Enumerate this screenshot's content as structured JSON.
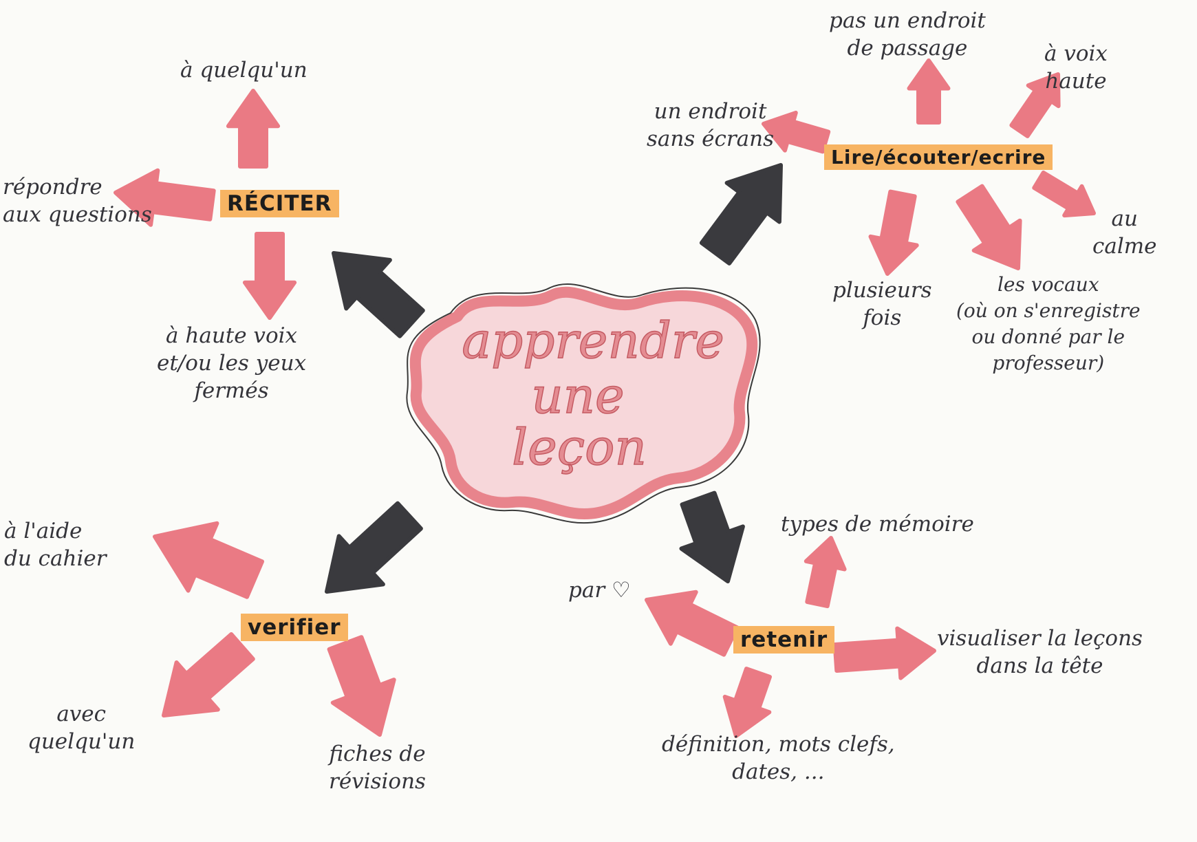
{
  "diagram": {
    "center": {
      "lines": [
        "apprendre",
        "une",
        "leçon"
      ]
    },
    "branches": [
      {
        "id": "reciter",
        "label": "RÉCITER",
        "notes": {
          "top": "à quelqu'un",
          "left": "répondre\naux questions",
          "bottom": "à haute voix\net/ou les yeux\nfermés"
        }
      },
      {
        "id": "lire",
        "label": "Lire/écouter/ecrire",
        "notes": {
          "top_left": "un endroit\nsans écrans",
          "top": "pas un endroit\nde passage",
          "top_right": "à voix\nhaute",
          "right": "au\ncalme",
          "bottom_left": "plusieurs\nfois",
          "bottom_right": "les vocaux\n(où on s'enregistre\nou donné par le\nprofesseur)"
        }
      },
      {
        "id": "verifier",
        "label": "verifier",
        "notes": {
          "top_left": "à l'aide\ndu cahier",
          "bottom_left": "avec\nquelqu'un",
          "bottom_right": "fiches de\nrévisions"
        }
      },
      {
        "id": "retenir",
        "label": "retenir",
        "notes": {
          "top": "types de mémoire",
          "left": "par ♡",
          "right": "visualiser la leçons\ndans la tête",
          "bottom": "définition, mots clefs,\ndates, ..."
        }
      }
    ],
    "colors": {
      "main_arrow": "#3a3a3e",
      "sub_arrow": "#ea7a84",
      "label_highlight": "#f7b463",
      "cloud_fill": "#f7d7da",
      "cloud_stroke": "#e8848c",
      "cloud_outline": "#3a3a3a",
      "ink": "#34343a"
    }
  }
}
